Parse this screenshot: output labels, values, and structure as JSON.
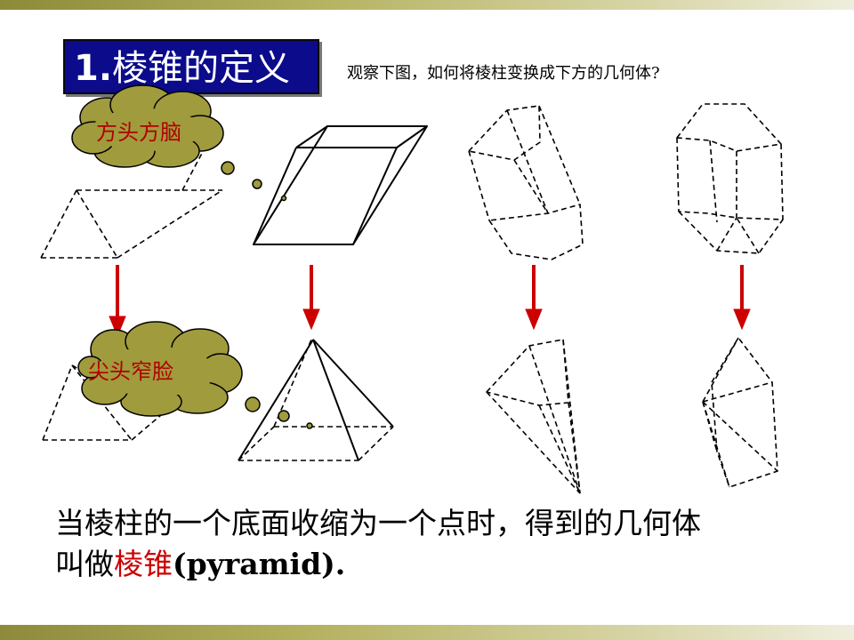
{
  "slide": {
    "title_number": "1.",
    "title_text": "棱锥的定义",
    "subtitle": "观察下图，如何将棱柱变换成下方的几何体?",
    "cloud_top_label": "方头方脑",
    "cloud_bottom_label": "尖头窄脸",
    "caption_line1": "当棱柱的一个底面收缩为一个点时，得到的几何体",
    "caption_line2_prefix": "叫做",
    "caption_term": "棱锥",
    "caption_english": "(pyramid)."
  },
  "colors": {
    "title_bg": "#0b0b8c",
    "cloud_fill": "#a09b3c",
    "highlight_text": "#cc0000",
    "arrow": "#cc0000"
  },
  "icons": [
    "thought-cloud",
    "down-arrow"
  ]
}
